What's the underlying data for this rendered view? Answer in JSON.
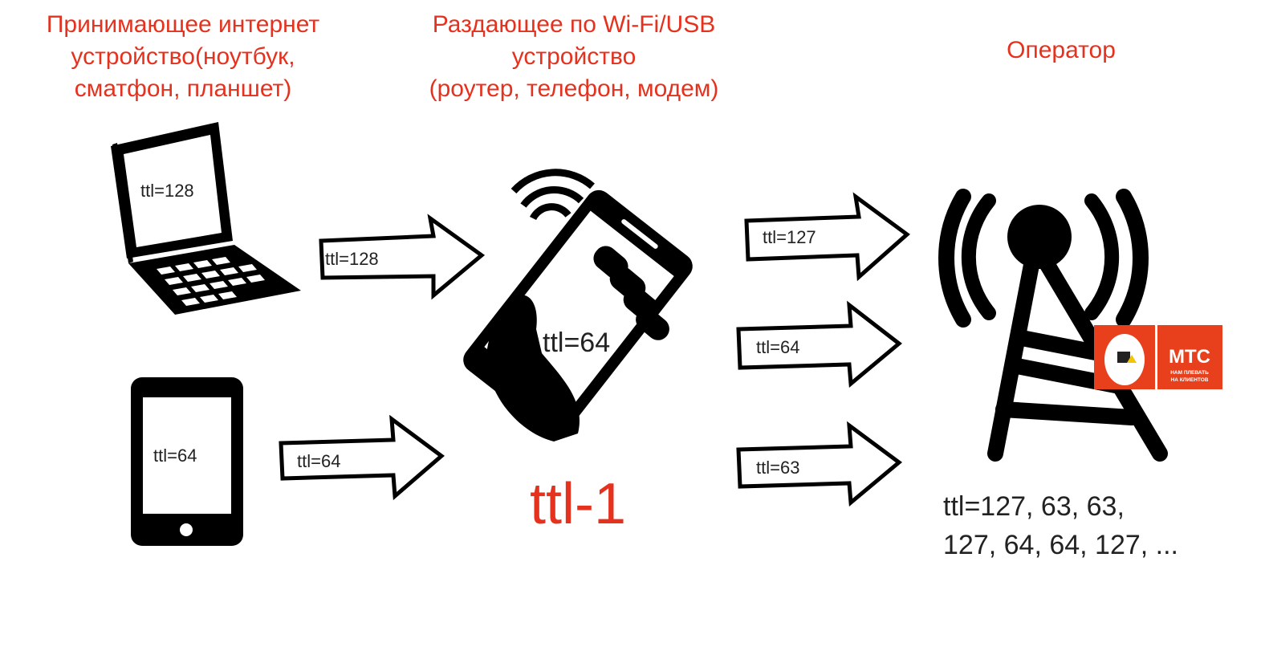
{
  "titles": {
    "receiver": [
      "Принимающее интернет",
      "устройство(ноутбук,",
      "сматфон, планшет)"
    ],
    "distributor": [
      "Раздающее по Wi-Fi/USB",
      "устройство",
      "(роутер, телефон, модем)"
    ],
    "operator": "Оператор"
  },
  "devices": {
    "laptop_ttl": "ttl=128",
    "tablet_ttl": "ttl=64",
    "phone_ttl": "ttl=64"
  },
  "arrows": {
    "laptop_to_phone": "ttl=128",
    "tablet_to_phone": "ttl=64",
    "out_1": "ttl=127",
    "out_2": "ttl=64",
    "out_3": "ttl=63"
  },
  "decrement_label": "ttl-1",
  "operator_result": [
    "ttl=127, 63, 63,",
    "127, 64, 64, 127, ..."
  ],
  "logo": {
    "brand": "МТС",
    "slogan_1": "НАМ ПЛЕВАТЬ",
    "slogan_2": "НА КЛИЕНТОВ"
  },
  "colors": {
    "accent": "#e5321e",
    "logo": "#e8401c"
  }
}
